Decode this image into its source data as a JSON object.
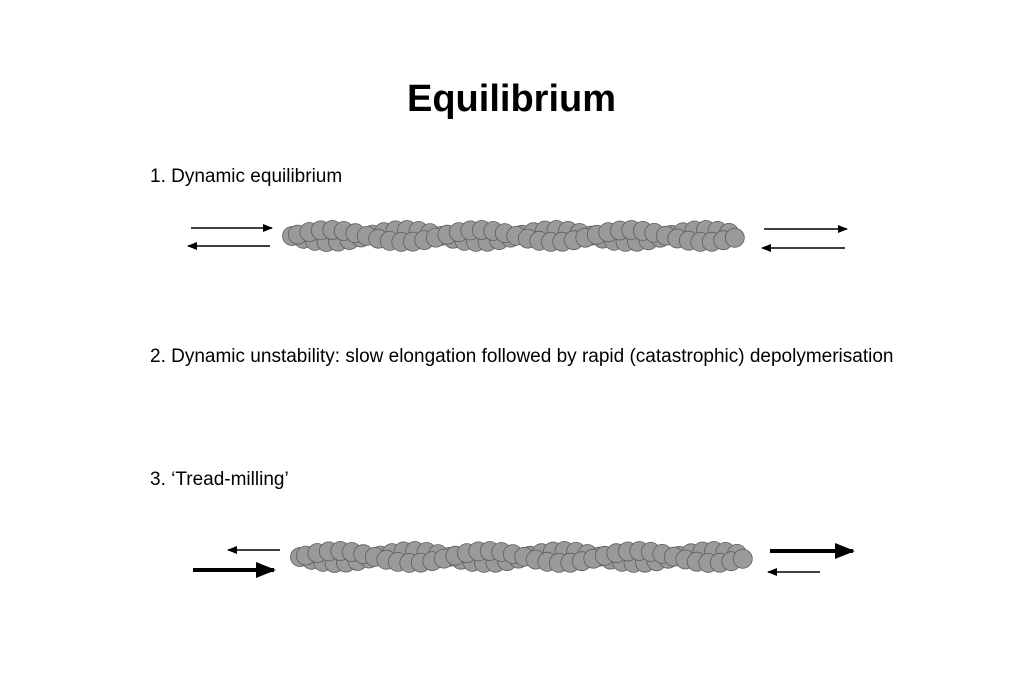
{
  "title": "Equilibrium",
  "items": [
    {
      "label": "1. Dynamic equilibrium"
    },
    {
      "label": "2. Dynamic unstability: slow elongation followed by rapid (catastrophic) depolymerisation"
    },
    {
      "label": "3. ‘Tread-milling’"
    }
  ],
  "colors": {
    "subunit_fill": "#9a9a9a",
    "subunit_stroke": "#5e5e5e",
    "arrow": "#000000"
  }
}
